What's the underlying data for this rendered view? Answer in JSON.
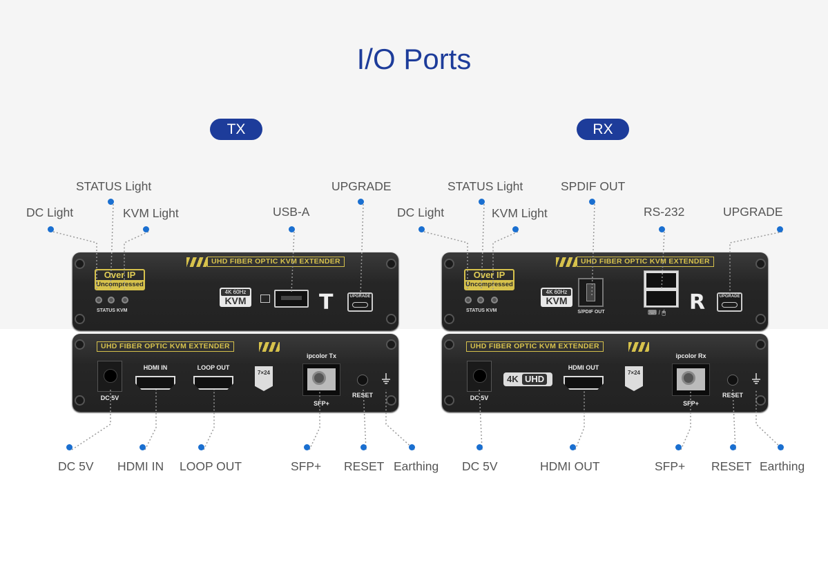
{
  "title": "I/O Ports",
  "tx": {
    "badge": "TX",
    "callouts": {
      "dc_light": "DC Light",
      "status_light": "STATUS Light",
      "kvm_light": "KVM Light",
      "usb_a": "USB-A",
      "upgrade": "UPGRADE",
      "dc_5v": "DC 5V",
      "hdmi_in": "HDMI IN",
      "loop_out": "LOOP OUT",
      "sfp": "SFP+",
      "reset": "RESET",
      "earthing": "Earthing"
    },
    "front": {
      "brand": "UHD FIBER OPTIC KVM EXTENDER",
      "over_ip": "Over IP",
      "uncompressed": "Uncompressed",
      "status_kvm": "STATUS KVM",
      "kvm_top": "4K 60Hz",
      "kvm": "KVM",
      "letter": "T",
      "upgrade": "UPGRADE"
    },
    "back": {
      "brand": "UHD FIBER OPTIC KVM EXTENDER",
      "dc": "DC 5V",
      "hdmi_in": "HDMI IN",
      "loop_out": "LOOP OUT",
      "uptime": "7×24",
      "ipcolor": "ipcolor  Tx",
      "sfp": "SFP+",
      "reset": "RESET"
    }
  },
  "rx": {
    "badge": "RX",
    "callouts": {
      "dc_light": "DC Light",
      "status_light": "STATUS Light",
      "kvm_light": "KVM Light",
      "spdif_out": "SPDIF OUT",
      "rs232": "RS-232",
      "upgrade": "UPGRADE",
      "dc_5v": "DC 5V",
      "hdmi_out": "HDMI OUT",
      "sfp": "SFP+",
      "reset": "RESET",
      "earthing": "Earthing"
    },
    "front": {
      "brand": "UHD FIBER OPTIC KVM EXTENDER",
      "over_ip": "Over IP",
      "uncompressed": "Uncompressed",
      "status_kvm": "STATUS KVM",
      "kvm_top": "4K 60Hz",
      "kvm": "KVM",
      "spdif": "S/PDIF OUT",
      "kbd_mouse": "⌨ / 🖱",
      "letter": "R",
      "upgrade": "UPGRADE"
    },
    "back": {
      "brand": "UHD FIBER OPTIC KVM EXTENDER",
      "dc": "DC 5V",
      "res_4k": "4K",
      "uhd": "UHD",
      "hdmi_out": "HDMI OUT",
      "uptime": "7×24",
      "ipcolor": "ipcolor  Rx",
      "sfp": "SFP+",
      "reset": "RESET"
    }
  },
  "colors": {
    "title": "#1d3c9a",
    "dot": "#1a6fd0",
    "gold": "#d7c24c"
  }
}
